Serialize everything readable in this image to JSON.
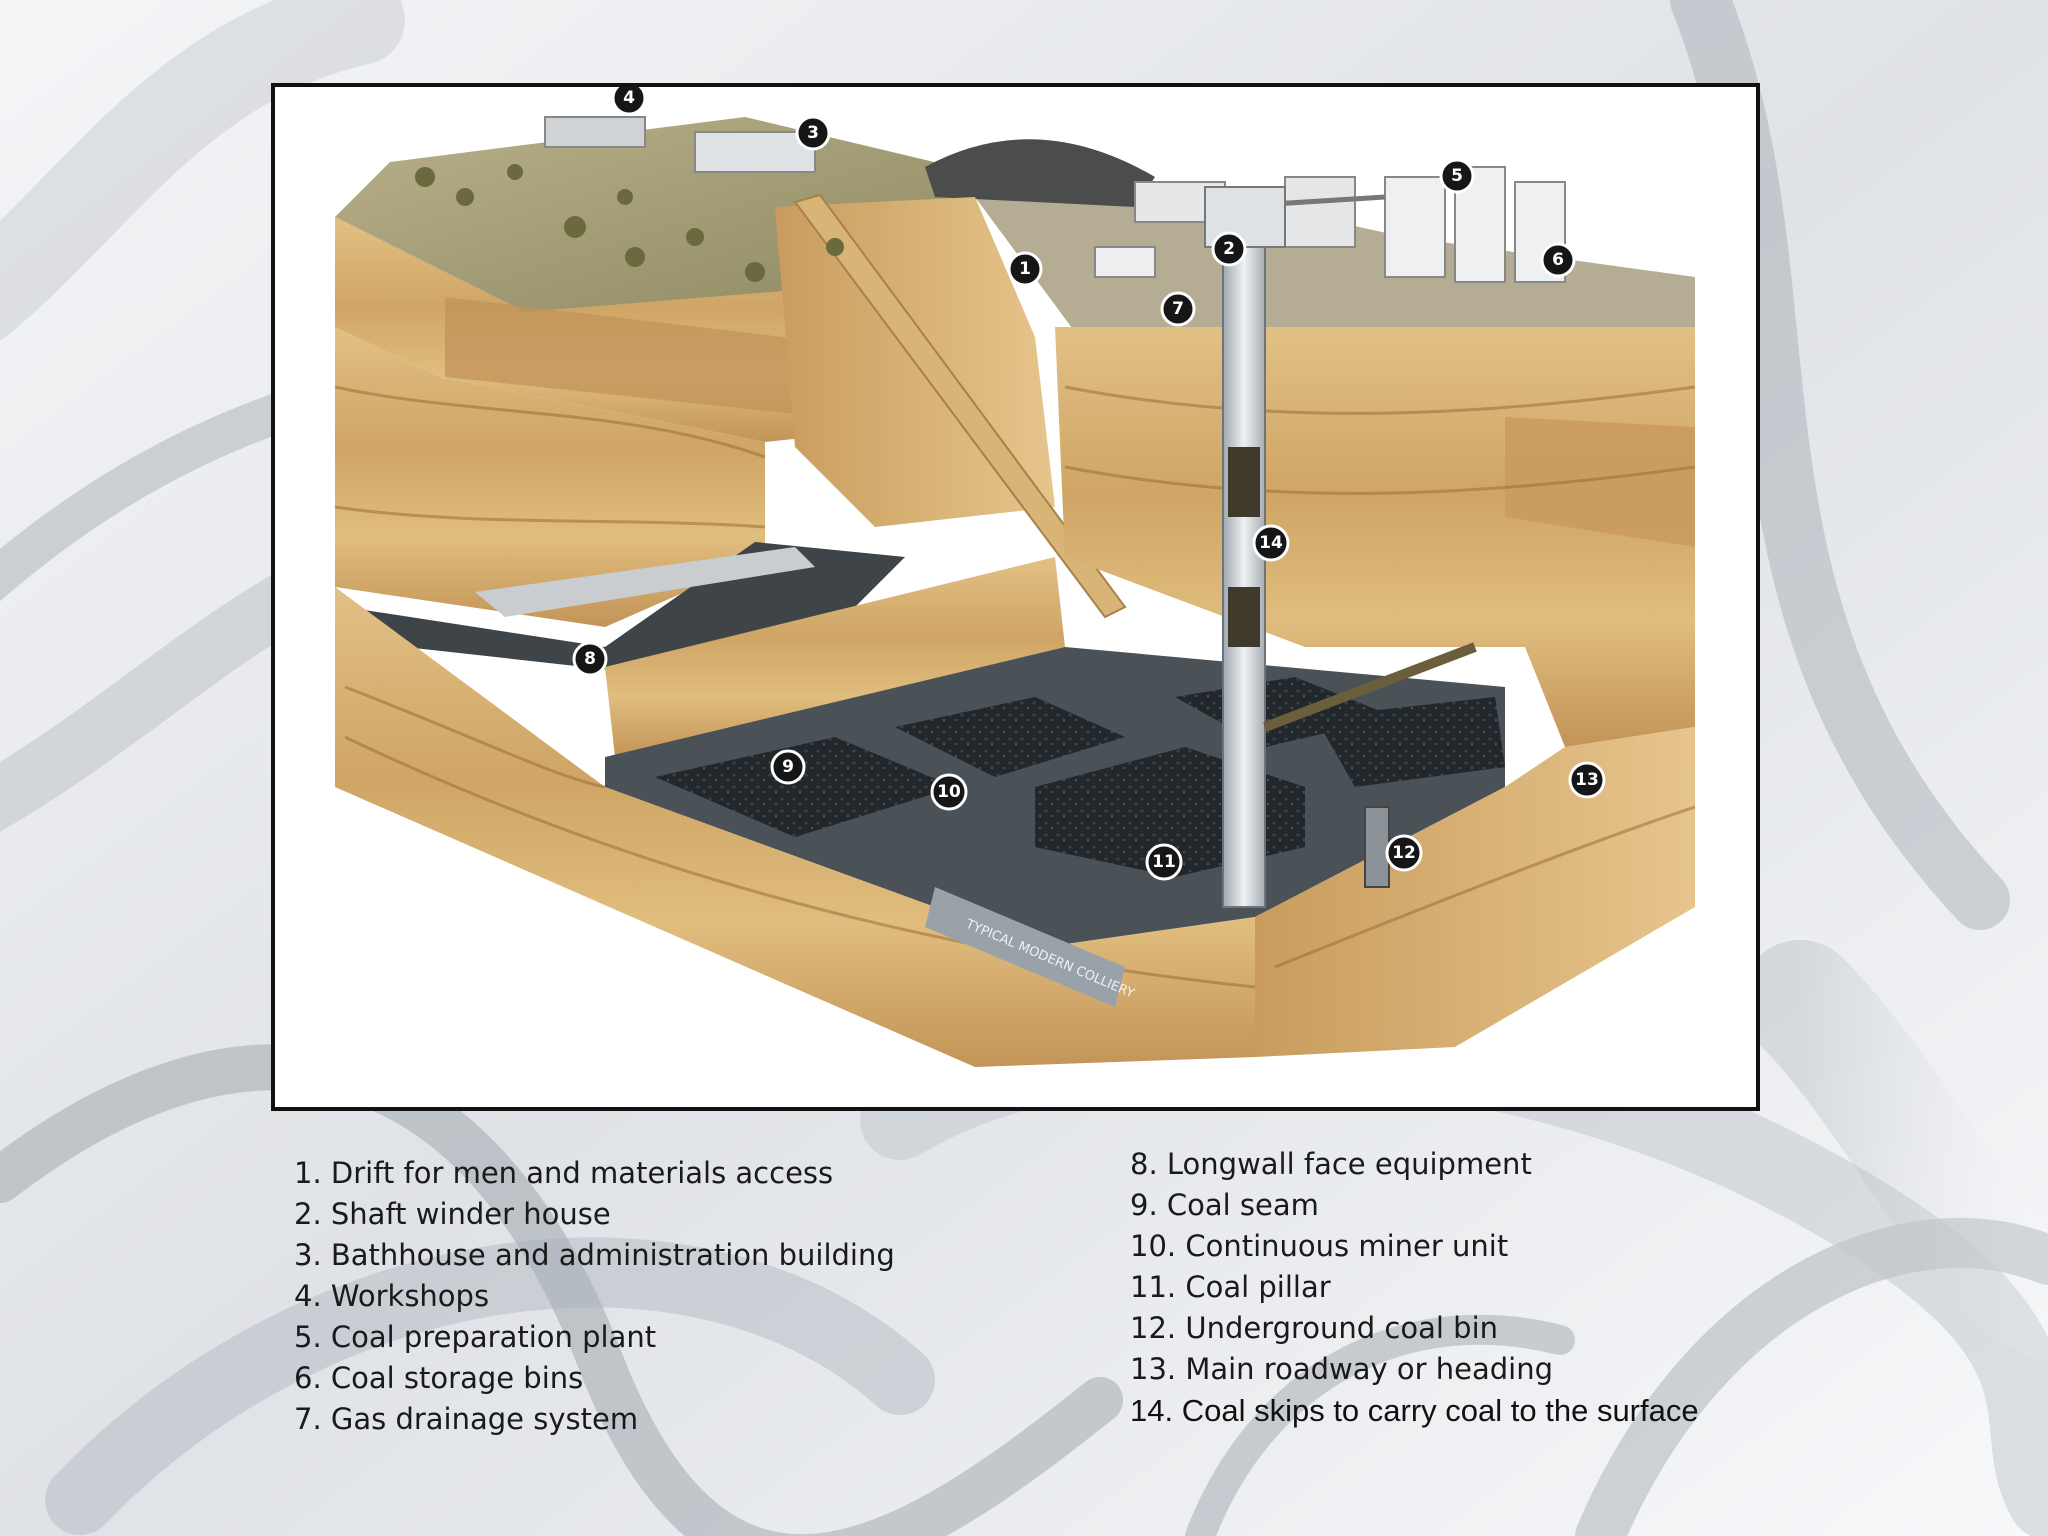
{
  "colors": {
    "background": "#e9ebee",
    "rock": "#d9b574",
    "rock_dark": "#a87a3d",
    "coal": "#1f2326",
    "frame": "#111111"
  },
  "legend_left": [
    "1. Drift for men and materials access",
    "2. Shaft winder house",
    "3. Bathhouse and administration building",
    "4. Workshops",
    "5. Coal preparation plant",
    "6. Coal storage bins",
    "7. Gas drainage system"
  ],
  "legend_right": [
    "8. Longwall face equipment",
    "9. Coal seam",
    "10. Continuous miner unit",
    "11. Coal pillar",
    "12. Underground coal bin",
    "13. Main roadway or heading",
    "14. Coal skips to carry coal to the surface"
  ],
  "markers": [
    "1",
    "2",
    "3",
    "4",
    "5",
    "6",
    "7",
    "8",
    "9",
    "10",
    "11",
    "12",
    "13",
    "14"
  ]
}
